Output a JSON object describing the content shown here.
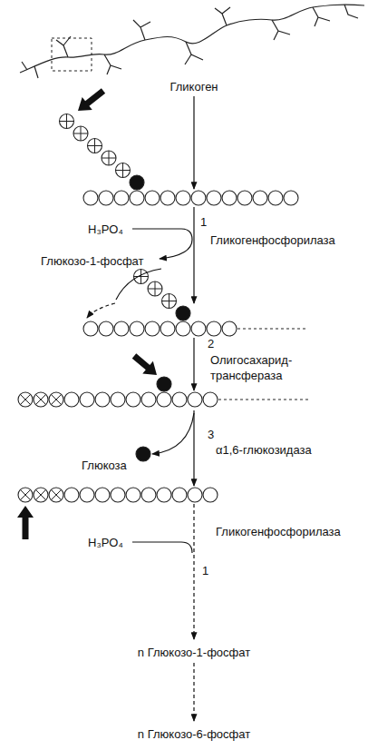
{
  "diagram": {
    "labels": [
      "Гликоген",
      "H₃PO₄",
      "1",
      "Гликогенфосфорилаза",
      "Глюкозо-1-фосфат",
      "2",
      "Олигосахарид-трансфераза",
      "3",
      "α1,6-глюкозидаза",
      "Глюкоза",
      "H₃PO₄",
      "Гликогенфосфорилаза",
      "1",
      "n Глюкозо-1-фосфат",
      "n Глюкозо-6-фосфат"
    ]
  }
}
